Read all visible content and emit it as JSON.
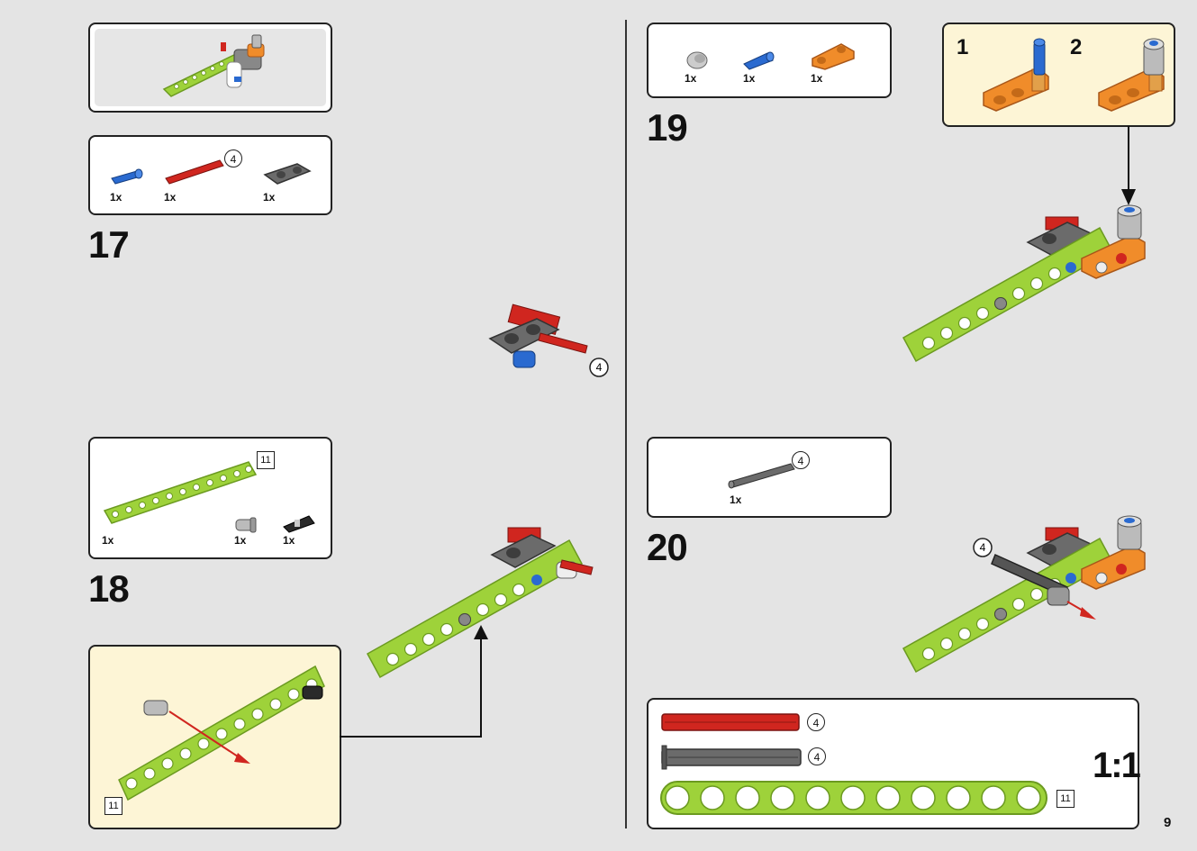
{
  "page_number": "9",
  "steps": {
    "s17": "17",
    "s18": "18",
    "s19": "19",
    "s20": "20"
  },
  "parts": {
    "s17": {
      "blue_pin_qty": "1x",
      "red_axle_qty": "1x",
      "axle_length": "4",
      "gray_connector_qty": "1x"
    },
    "s18": {
      "beam_qty": "1x",
      "beam_length": "11",
      "bush_qty": "1x",
      "black_pin_qty": "1x"
    },
    "s19": {
      "gray_bush_qty": "1x",
      "blue_pin_qty": "1x",
      "orange_connector_qty": "1x"
    },
    "s20": {
      "gray_axle_qty": "1x",
      "axle_length": "4"
    }
  },
  "callouts": {
    "s17_axle_length": "4",
    "s18_beam_length": "11",
    "s19_sub1": "1",
    "s19_sub2": "2",
    "s20_axle_length": "4"
  },
  "scale_box": {
    "label": "1:1",
    "red_axle_length": "4",
    "gray_axle_length": "4",
    "beam_length": "11"
  },
  "colors": {
    "lime": "#9ed23a",
    "orange": "#f08c2a",
    "red": "#d0261f",
    "blue": "#2a6ad0",
    "gray": "#6b6b6b",
    "cream": "#fdf5d6"
  }
}
